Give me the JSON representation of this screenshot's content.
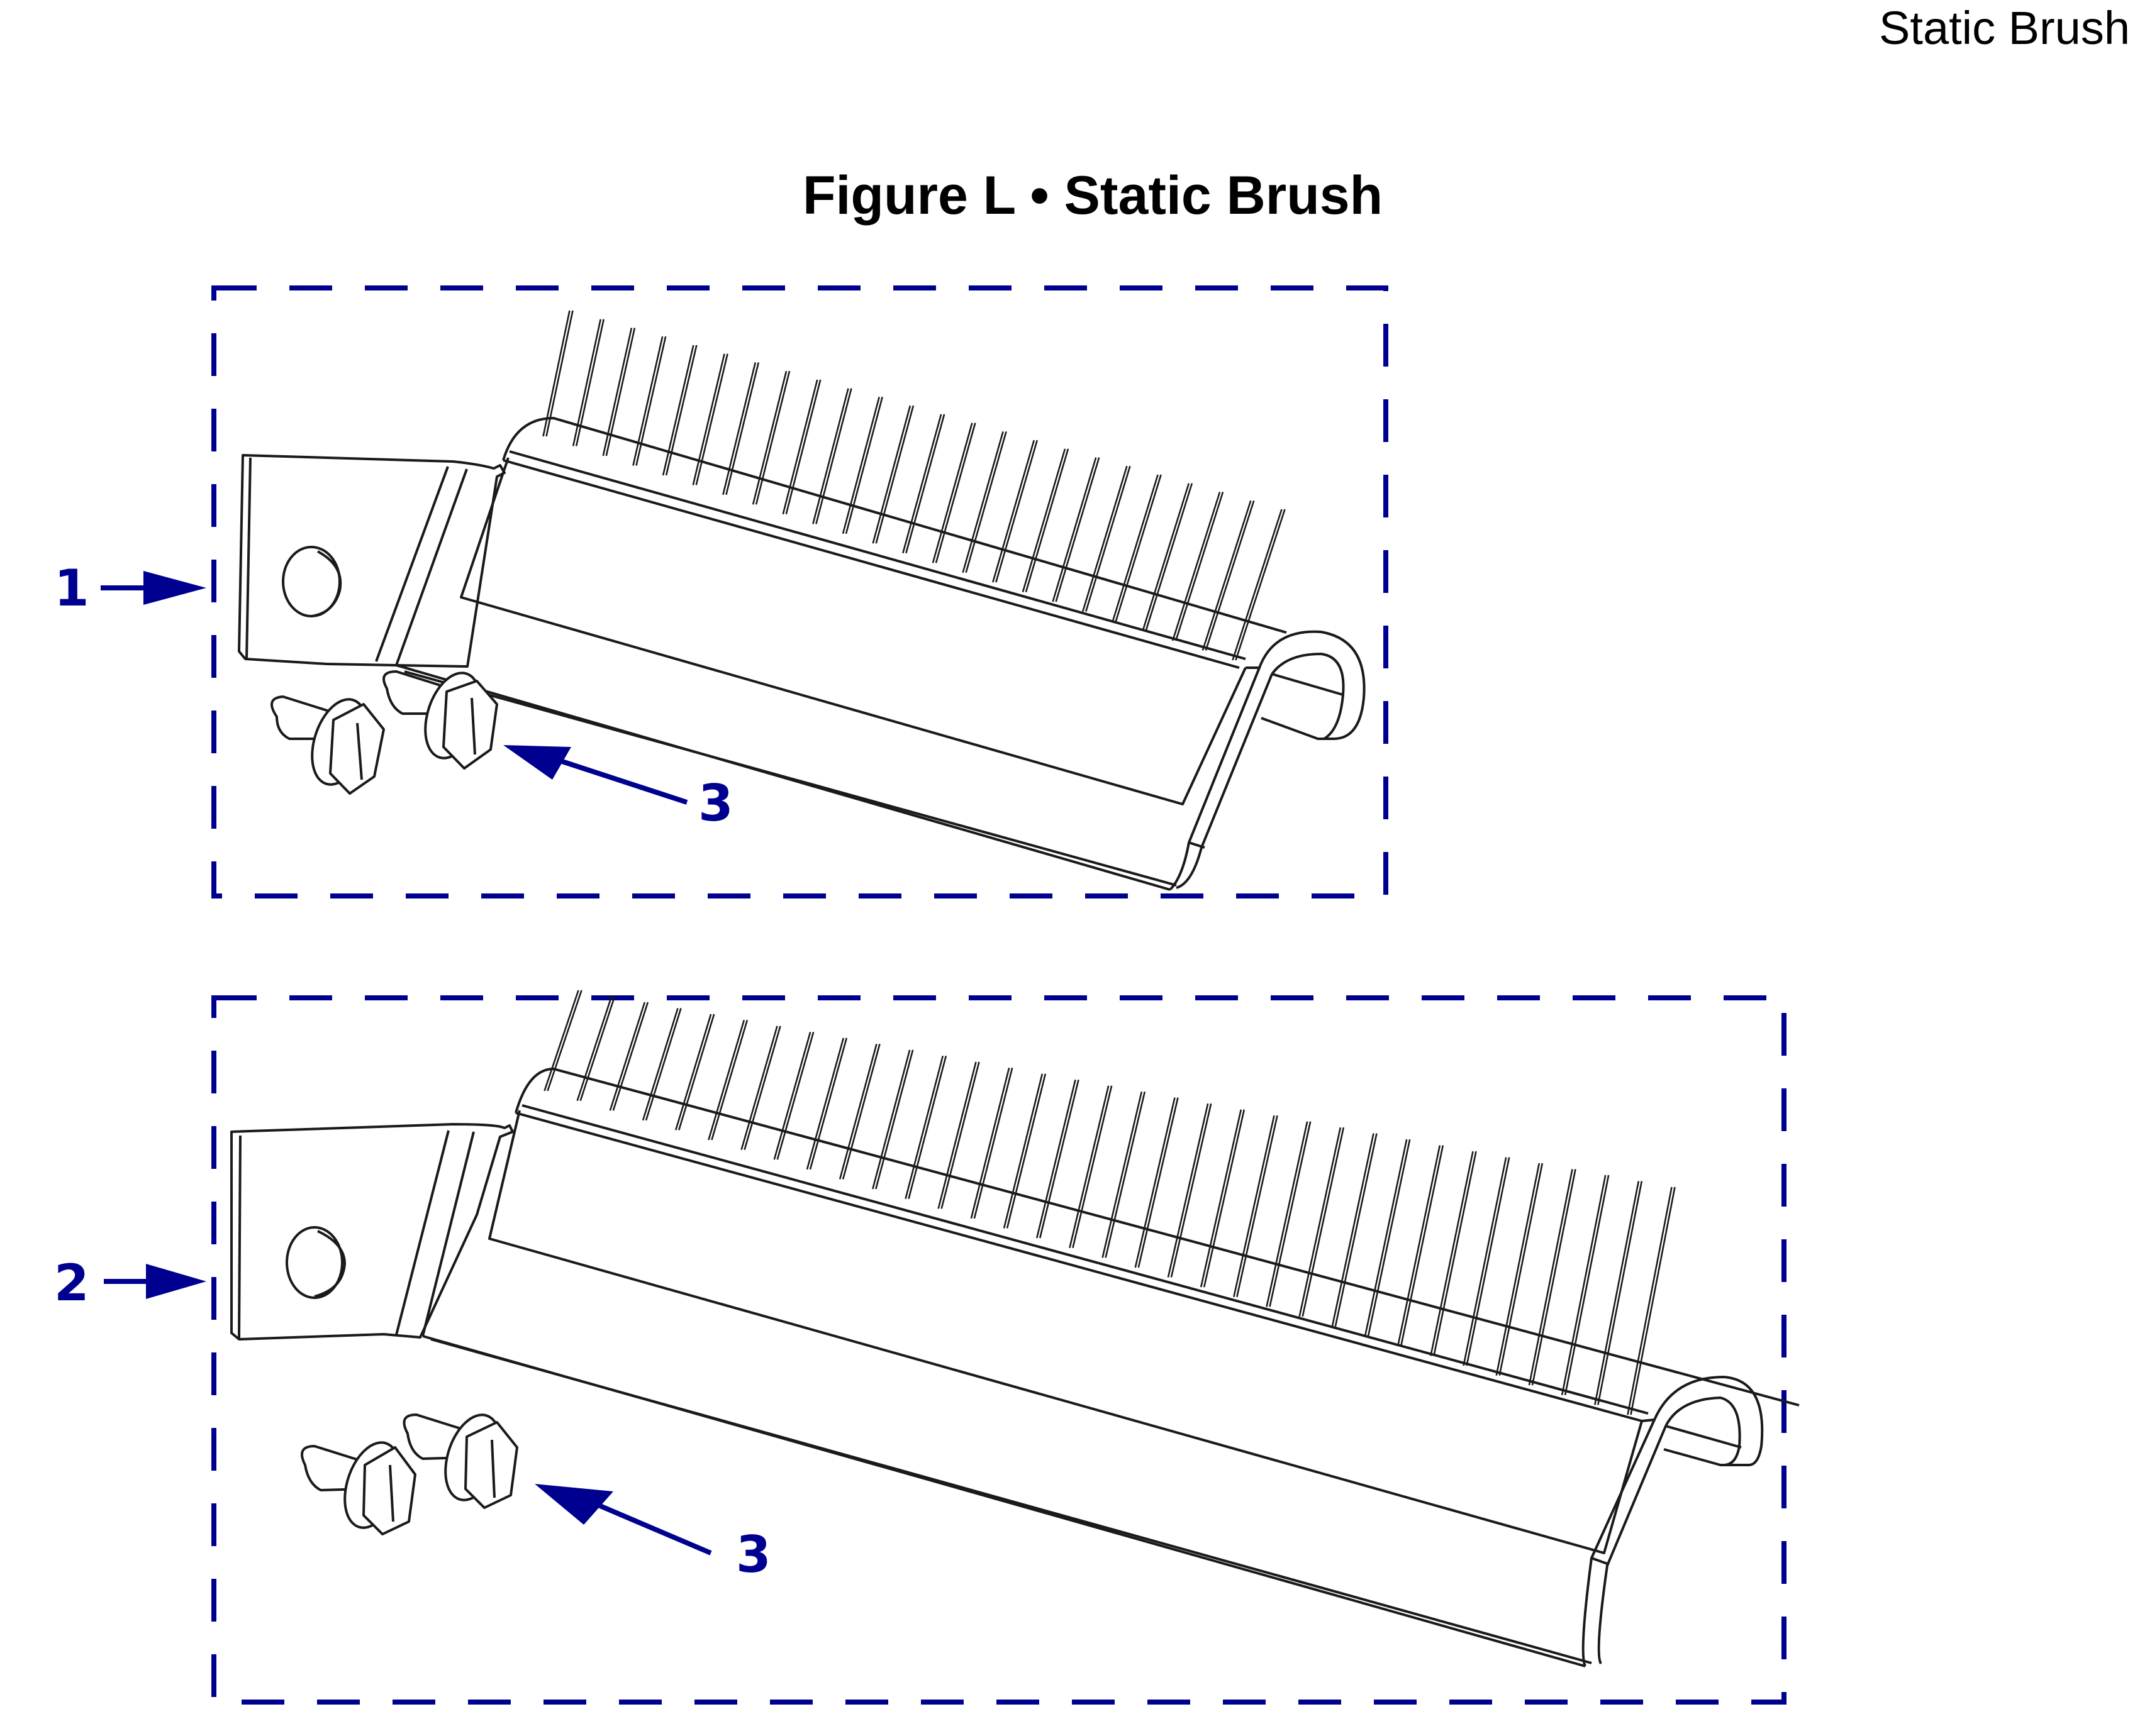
{
  "page": {
    "running_header": "Static Brush",
    "figure_title": "Figure L • Static Brush"
  },
  "colors": {
    "callout": "#000090",
    "line_art": "#1a1a1a",
    "background": "#ffffff"
  },
  "figures": [
    {
      "callout_label": "1",
      "bristle_count": 24,
      "screw_callout_label": "3",
      "screw_count": 2
    },
    {
      "callout_label": "2",
      "bristle_count": 34,
      "screw_callout_label": "3",
      "screw_count": 2
    }
  ]
}
